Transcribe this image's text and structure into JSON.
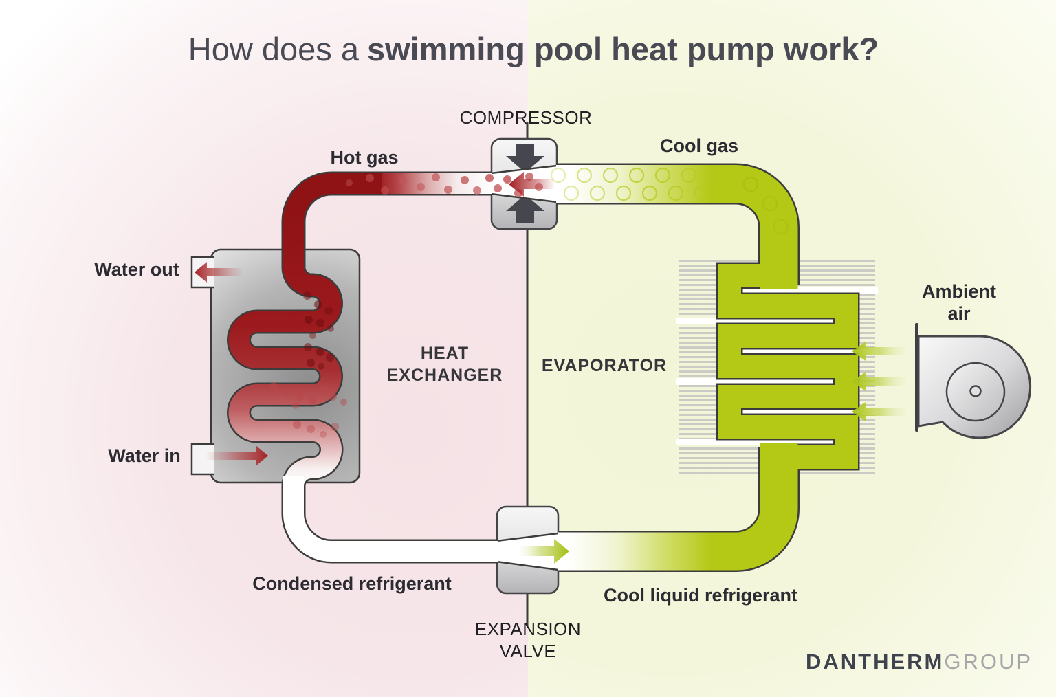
{
  "title": {
    "prefix": "How does a",
    "emphasis": "swimming pool heat pump work?"
  },
  "labels": {
    "compressor": "COMPRESSOR",
    "hot_gas": "Hot gas",
    "cool_gas": "Cool gas",
    "water_out": "Water out",
    "water_in": "Water in",
    "heat_exchanger": {
      "line1": "HEAT",
      "line2": "EXCHANGER"
    },
    "evaporator": "EVAPORATOR",
    "ambient_air": {
      "line1": "Ambient",
      "line2": "air"
    },
    "condensed_refrigerant": "Condensed refrigerant",
    "cool_liquid_refrigerant": "Cool liquid refrigerant",
    "expansion_valve": {
      "line1": "EXPANSION",
      "line2": "VALVE"
    }
  },
  "logo": {
    "primary": "DANTHERM",
    "secondary": "GROUP"
  },
  "palette": {
    "background_left_pink": "#f6e4e7",
    "background_right_yellow": "#f4f6da",
    "hot_gas_red": "#9c1418",
    "cool_gas_green": "#b4c816",
    "pipe_outline": "#3c3c3c",
    "metal_gray": "#b9b9bb",
    "arrow_dark": "#45464e",
    "text_dark": "#2b2b31",
    "logo_primary_color": "#3f434e",
    "logo_secondary_color": "#a7a7a9"
  }
}
